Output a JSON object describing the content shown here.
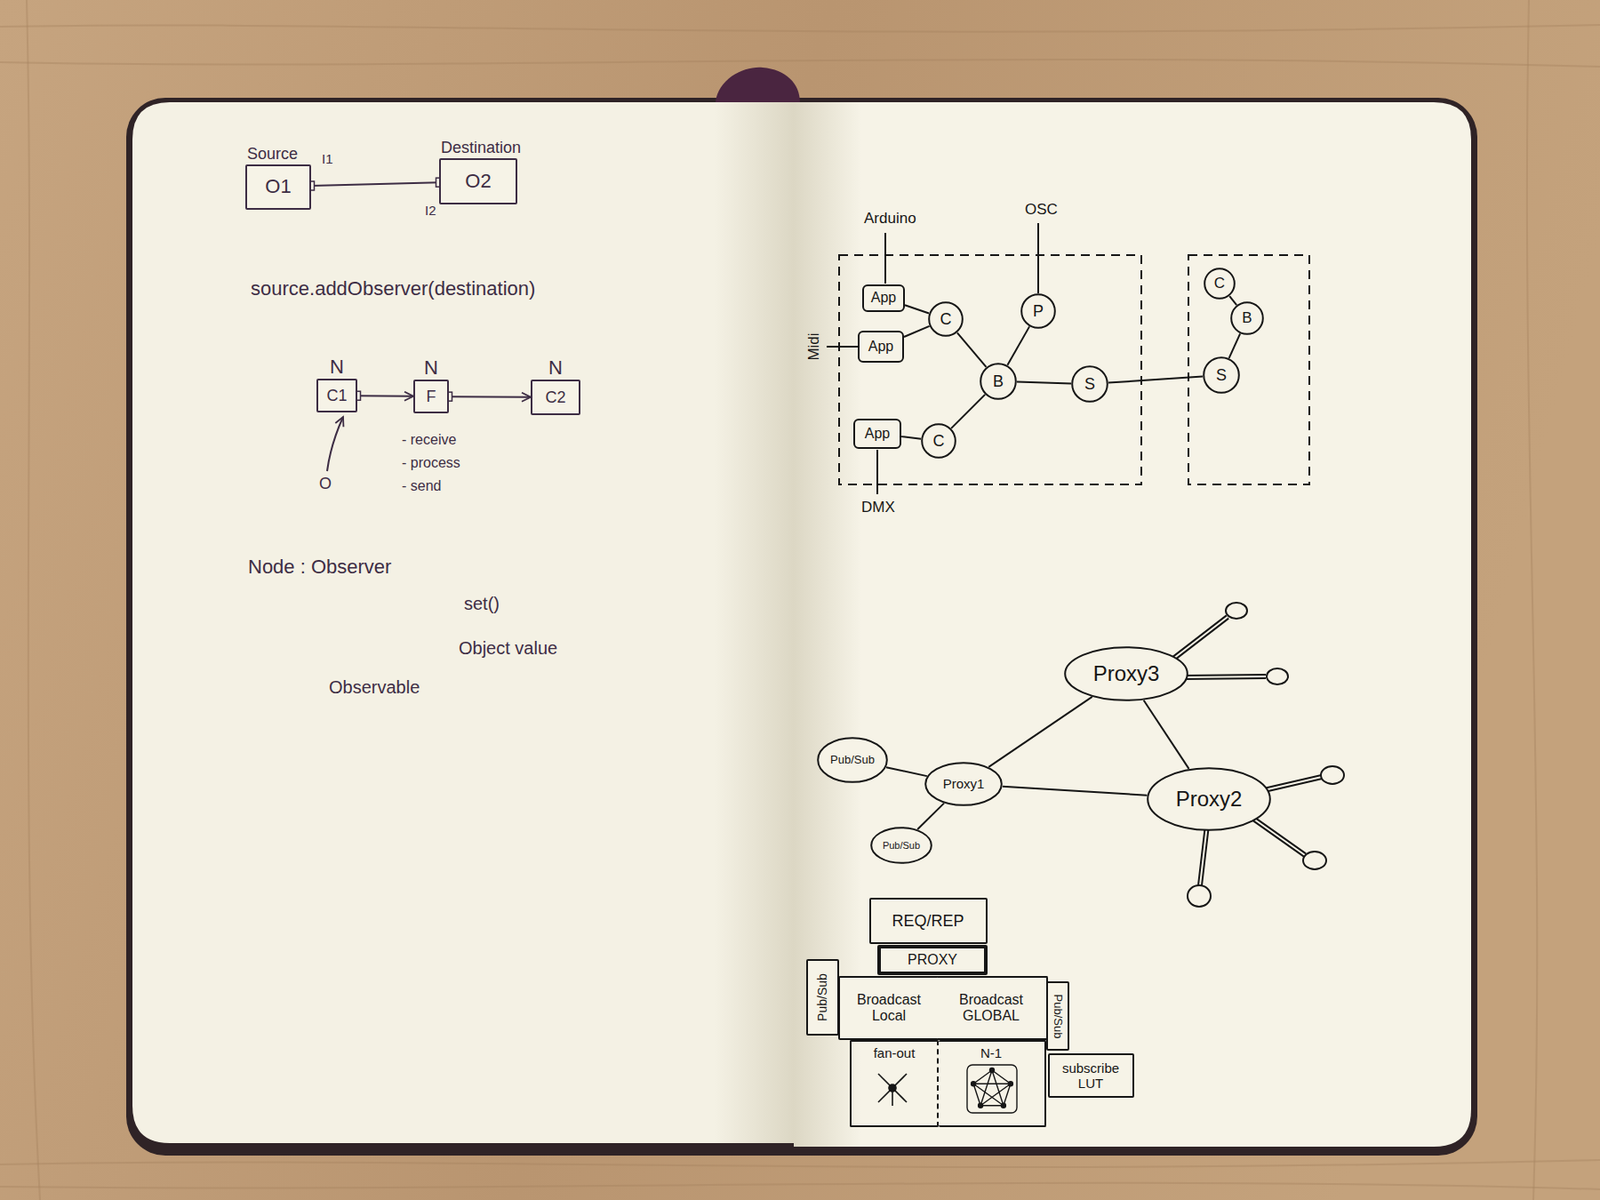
{
  "diagram": {
    "nodes": [
      {
        "text": [
          "Source",
          "O1"
        ]
      },
      {
        "text": [
          "Destination",
          "O2"
        ]
      },
      {
        "text": [
          "N",
          "C1"
        ]
      },
      {
        "text": [
          "N",
          "F"
        ]
      },
      {
        "text": [
          "N",
          "C2"
        ]
      },
      {
        "text": [
          "App"
        ]
      },
      {
        "text": [
          "C"
        ]
      },
      {
        "text": [
          "P"
        ]
      },
      {
        "text": [
          "App"
        ]
      },
      {
        "text": [
          "B"
        ]
      },
      {
        "text": [
          "S"
        ]
      },
      {
        "text": [
          "App"
        ]
      },
      {
        "text": [
          "C"
        ]
      },
      {
        "text": [
          "C"
        ]
      },
      {
        "text": [
          "B"
        ]
      },
      {
        "text": [
          "S"
        ]
      },
      {
        "text": [
          "Proxy3"
        ]
      },
      {
        "text": [
          "Pub/Sub"
        ]
      },
      {
        "text": [
          "Proxy1"
        ]
      },
      {
        "text": [
          "Proxy2"
        ]
      },
      {
        "text": [
          "Pub/Sub"
        ]
      },
      {
        "text": [
          "REQ/REP"
        ]
      },
      {
        "text": [
          "PROXY"
        ]
      },
      {
        "text": [
          "Pub/Sub"
        ]
      },
      {
        "text": [
          "Broadcast Local"
        ]
      },
      {
        "text": [
          "Broadcast GLOBAL"
        ]
      },
      {
        "text": [
          "Pub/Sub"
        ]
      },
      {
        "text": [
          "fan-out"
        ]
      },
      {
        "text": [
          "N-1"
        ]
      },
      {
        "text": [
          "subscribe LUT"
        ]
      }
    ],
    "edges": [
      {
        "from": 0,
        "to": 1,
        "arrow": "none"
      },
      {
        "from": 2,
        "to": 3,
        "arrow": "to"
      },
      {
        "from": 3,
        "to": 4,
        "arrow": "to"
      },
      {
        "from": 5,
        "to": 6,
        "arrow": "none"
      },
      {
        "from": 8,
        "to": 6,
        "arrow": "none"
      },
      {
        "from": 6,
        "to": 9,
        "arrow": "none"
      },
      {
        "from": 7,
        "to": 9,
        "arrow": "none"
      },
      {
        "from": 11,
        "to": 12,
        "arrow": "none"
      },
      {
        "from": 12,
        "to": 9,
        "arrow": "none"
      },
      {
        "from": 9,
        "to": 10,
        "arrow": "none"
      },
      {
        "from": 10,
        "to": 15,
        "arrow": "none"
      },
      {
        "from": 15,
        "to": 14,
        "arrow": "none"
      },
      {
        "from": 14,
        "to": 13,
        "arrow": "none"
      },
      {
        "from": 17,
        "to": 18,
        "arrow": "none"
      },
      {
        "from": 20,
        "to": 18,
        "arrow": "none"
      },
      {
        "from": 18,
        "to": 16,
        "arrow": "none"
      },
      {
        "from": 18,
        "to": 19,
        "arrow": "none"
      },
      {
        "from": 16,
        "to": 19,
        "arrow": "none"
      }
    ],
    "labels": [
      "I1",
      "I2",
      "source.addObserver(destination)",
      "O",
      "- receive",
      "- process",
      "- send",
      "Node : Observer",
      "set()",
      "Object value",
      "Observable",
      "Arduino",
      "OSC",
      "Midi",
      "DMX"
    ]
  }
}
